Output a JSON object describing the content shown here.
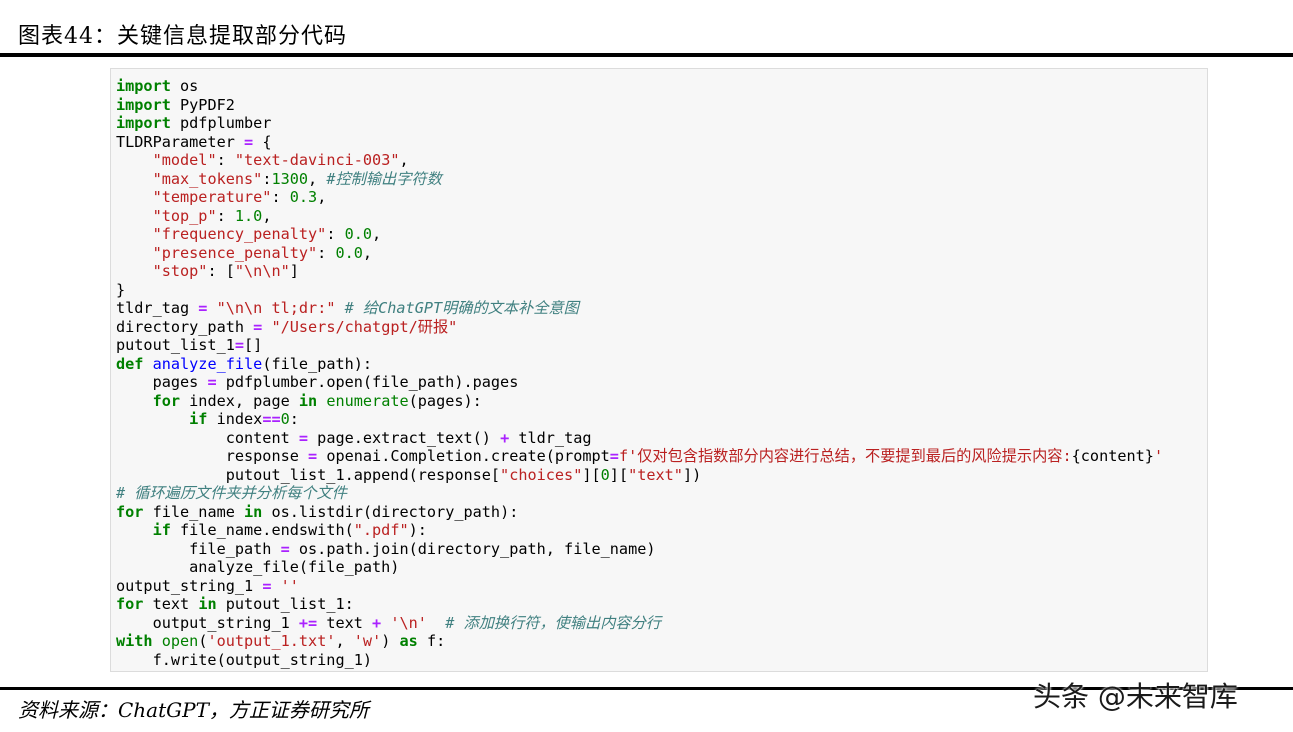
{
  "figure": {
    "title": "图表44：关键信息提取部分代码",
    "source": "资料来源：ChatGPT，方正证券研究所",
    "watermark": "头条 @未来智库"
  },
  "code": {
    "lines": [
      [
        {
          "t": "import",
          "c": "kw"
        },
        {
          "t": " os",
          "c": ""
        }
      ],
      [
        {
          "t": "import",
          "c": "kw"
        },
        {
          "t": " PyPDF2",
          "c": ""
        }
      ],
      [
        {
          "t": "import",
          "c": "kw"
        },
        {
          "t": " pdfplumber",
          "c": ""
        }
      ],
      [
        {
          "t": "TLDRParameter ",
          "c": ""
        },
        {
          "t": "=",
          "c": "op"
        },
        {
          "t": " {",
          "c": ""
        }
      ],
      [
        {
          "t": "    ",
          "c": ""
        },
        {
          "t": "\"model\"",
          "c": "st"
        },
        {
          "t": ": ",
          "c": ""
        },
        {
          "t": "\"text-davinci-003\"",
          "c": "st"
        },
        {
          "t": ",",
          "c": ""
        }
      ],
      [
        {
          "t": "    ",
          "c": ""
        },
        {
          "t": "\"max_tokens\"",
          "c": "st"
        },
        {
          "t": ":",
          "c": ""
        },
        {
          "t": "1300",
          "c": "nu"
        },
        {
          "t": ", ",
          "c": ""
        },
        {
          "t": "#控制输出字符数",
          "c": "cm"
        }
      ],
      [
        {
          "t": "    ",
          "c": ""
        },
        {
          "t": "\"temperature\"",
          "c": "st"
        },
        {
          "t": ": ",
          "c": ""
        },
        {
          "t": "0.3",
          "c": "nu"
        },
        {
          "t": ",",
          "c": ""
        }
      ],
      [
        {
          "t": "    ",
          "c": ""
        },
        {
          "t": "\"top_p\"",
          "c": "st"
        },
        {
          "t": ": ",
          "c": ""
        },
        {
          "t": "1.0",
          "c": "nu"
        },
        {
          "t": ",",
          "c": ""
        }
      ],
      [
        {
          "t": "    ",
          "c": ""
        },
        {
          "t": "\"frequency_penalty\"",
          "c": "st"
        },
        {
          "t": ": ",
          "c": ""
        },
        {
          "t": "0.0",
          "c": "nu"
        },
        {
          "t": ",",
          "c": ""
        }
      ],
      [
        {
          "t": "    ",
          "c": ""
        },
        {
          "t": "\"presence_penalty\"",
          "c": "st"
        },
        {
          "t": ": ",
          "c": ""
        },
        {
          "t": "0.0",
          "c": "nu"
        },
        {
          "t": ",",
          "c": ""
        }
      ],
      [
        {
          "t": "    ",
          "c": ""
        },
        {
          "t": "\"stop\"",
          "c": "st"
        },
        {
          "t": ": [",
          "c": ""
        },
        {
          "t": "\"\\n\\n\"",
          "c": "st"
        },
        {
          "t": "]",
          "c": ""
        }
      ],
      [
        {
          "t": "}",
          "c": ""
        }
      ],
      [
        {
          "t": "tldr_tag ",
          "c": ""
        },
        {
          "t": "=",
          "c": "op"
        },
        {
          "t": " ",
          "c": ""
        },
        {
          "t": "\"\\n\\n tl;dr:\"",
          "c": "st"
        },
        {
          "t": " ",
          "c": ""
        },
        {
          "t": "# 给ChatGPT明确的文本补全意图",
          "c": "cm"
        }
      ],
      [
        {
          "t": "directory_path ",
          "c": ""
        },
        {
          "t": "=",
          "c": "op"
        },
        {
          "t": " ",
          "c": ""
        },
        {
          "t": "\"/Users/chatgpt/研报\"",
          "c": "st"
        }
      ],
      [
        {
          "t": "putout_list_1",
          "c": ""
        },
        {
          "t": "=",
          "c": "op"
        },
        {
          "t": "[]",
          "c": ""
        }
      ],
      [
        {
          "t": "def",
          "c": "kw"
        },
        {
          "t": " ",
          "c": ""
        },
        {
          "t": "analyze_file",
          "c": "fn"
        },
        {
          "t": "(file_path):",
          "c": ""
        }
      ],
      [
        {
          "t": "    pages ",
          "c": ""
        },
        {
          "t": "=",
          "c": "op"
        },
        {
          "t": " pdfplumber.open(file_path).pages",
          "c": ""
        }
      ],
      [
        {
          "t": "    ",
          "c": ""
        },
        {
          "t": "for",
          "c": "kw"
        },
        {
          "t": " index, page ",
          "c": ""
        },
        {
          "t": "in",
          "c": "kw"
        },
        {
          "t": " ",
          "c": ""
        },
        {
          "t": "enumerate",
          "c": "bi"
        },
        {
          "t": "(pages):",
          "c": ""
        }
      ],
      [
        {
          "t": "        ",
          "c": ""
        },
        {
          "t": "if",
          "c": "kw"
        },
        {
          "t": " index",
          "c": ""
        },
        {
          "t": "==",
          "c": "op"
        },
        {
          "t": "0",
          "c": "nu"
        },
        {
          "t": ":",
          "c": ""
        }
      ],
      [
        {
          "t": "            content ",
          "c": ""
        },
        {
          "t": "=",
          "c": "op"
        },
        {
          "t": " page.extract_text() ",
          "c": ""
        },
        {
          "t": "+",
          "c": "op"
        },
        {
          "t": " tldr_tag",
          "c": ""
        }
      ],
      [
        {
          "t": "            response ",
          "c": ""
        },
        {
          "t": "=",
          "c": "op"
        },
        {
          "t": " openai.Completion.create(prompt",
          "c": ""
        },
        {
          "t": "=",
          "c": "op"
        },
        {
          "t": "f'仅对包含指数部分内容进行总结，不要提到最后的风险提示内容:",
          "c": "st"
        },
        {
          "t": "{content}",
          "c": ""
        },
        {
          "t": "'",
          "c": "st"
        }
      ],
      [
        {
          "t": "            putout_list_1.append(response[",
          "c": ""
        },
        {
          "t": "\"choices\"",
          "c": "st"
        },
        {
          "t": "][",
          "c": ""
        },
        {
          "t": "0",
          "c": "nu"
        },
        {
          "t": "][",
          "c": ""
        },
        {
          "t": "\"text\"",
          "c": "st"
        },
        {
          "t": "])",
          "c": ""
        }
      ],
      [
        {
          "t": "# 循环遍历文件夹并分析每个文件",
          "c": "cm"
        }
      ],
      [
        {
          "t": "for",
          "c": "kw"
        },
        {
          "t": " file_name ",
          "c": ""
        },
        {
          "t": "in",
          "c": "kw"
        },
        {
          "t": " os.listdir(directory_path):",
          "c": ""
        }
      ],
      [
        {
          "t": "    ",
          "c": ""
        },
        {
          "t": "if",
          "c": "kw"
        },
        {
          "t": " file_name.endswith(",
          "c": ""
        },
        {
          "t": "\".pdf\"",
          "c": "st"
        },
        {
          "t": "):",
          "c": ""
        }
      ],
      [
        {
          "t": "        file_path ",
          "c": ""
        },
        {
          "t": "=",
          "c": "op"
        },
        {
          "t": " os.path.join(directory_path, file_name)",
          "c": ""
        }
      ],
      [
        {
          "t": "        analyze_file(file_path)",
          "c": ""
        }
      ],
      [
        {
          "t": "output_string_1 ",
          "c": ""
        },
        {
          "t": "=",
          "c": "op"
        },
        {
          "t": " ",
          "c": ""
        },
        {
          "t": "''",
          "c": "st"
        }
      ],
      [
        {
          "t": "for",
          "c": "kw"
        },
        {
          "t": " text ",
          "c": ""
        },
        {
          "t": "in",
          "c": "kw"
        },
        {
          "t": " putout_list_1:",
          "c": ""
        }
      ],
      [
        {
          "t": "    output_string_1 ",
          "c": ""
        },
        {
          "t": "+=",
          "c": "op"
        },
        {
          "t": " text ",
          "c": ""
        },
        {
          "t": "+",
          "c": "op"
        },
        {
          "t": " ",
          "c": ""
        },
        {
          "t": "'\\n'",
          "c": "st"
        },
        {
          "t": "  ",
          "c": ""
        },
        {
          "t": "# 添加换行符，使输出内容分行",
          "c": "cm"
        }
      ],
      [
        {
          "t": "with",
          "c": "kw"
        },
        {
          "t": " ",
          "c": ""
        },
        {
          "t": "open",
          "c": "bi"
        },
        {
          "t": "(",
          "c": ""
        },
        {
          "t": "'output_1.txt'",
          "c": "st"
        },
        {
          "t": ", ",
          "c": ""
        },
        {
          "t": "'w'",
          "c": "st"
        },
        {
          "t": ") ",
          "c": ""
        },
        {
          "t": "as",
          "c": "kw"
        },
        {
          "t": " f:",
          "c": ""
        }
      ],
      [
        {
          "t": "    f.write(output_string_1)",
          "c": ""
        }
      ]
    ]
  }
}
